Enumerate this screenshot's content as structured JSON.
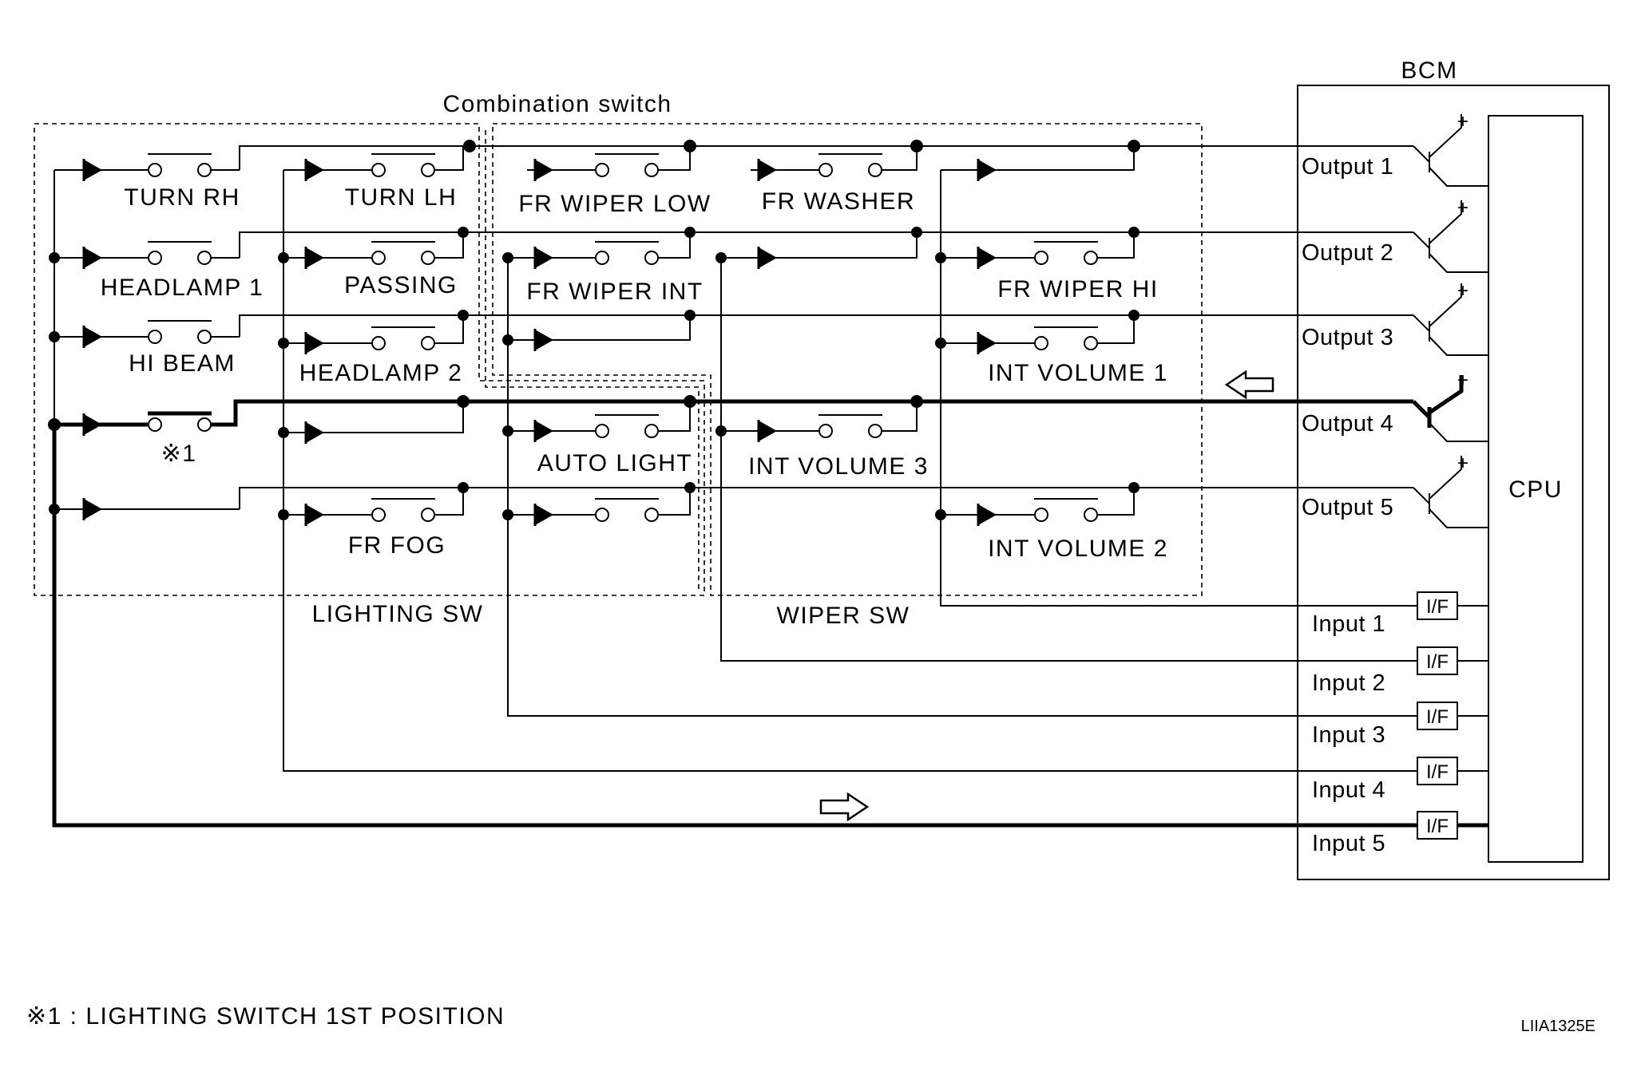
{
  "header": {
    "bcm_label": "BCM",
    "combination_switch_label": "Combination switch",
    "cpu_label": "CPU"
  },
  "switches": {
    "turn_rh": "TURN RH",
    "turn_lh": "TURN LH",
    "headlamp_1": "HEADLAMP 1",
    "passing": "PASSING",
    "hi_beam": "HI BEAM",
    "headlamp_2": "HEADLAMP 2",
    "mark_1": "※1",
    "fr_fog": "FR FOG",
    "fr_wiper_low": "FR WIPER LOW",
    "fr_washer": "FR WASHER",
    "fr_wiper_int": "FR WIPER INT",
    "fr_wiper_hi": "FR WIPER HI",
    "int_volume_1": "INT VOLUME 1",
    "auto_light": "AUTO LIGHT",
    "int_volume_3": "INT VOLUME 3",
    "int_volume_2": "INT VOLUME 2"
  },
  "groups": {
    "lighting_sw": "LIGHTING SW",
    "wiper_sw": "WIPER SW"
  },
  "outputs": [
    "Output 1",
    "Output 2",
    "Output 3",
    "Output 4",
    "Output 5"
  ],
  "inputs": [
    "Input 1",
    "Input 2",
    "Input 3",
    "Input 4",
    "Input 5"
  ],
  "interface_label": "I/F",
  "plus_sign": "+",
  "footnote": "※1 : LIGHTING SWITCH 1ST POSITION",
  "figure_id": "LIIA1325E"
}
